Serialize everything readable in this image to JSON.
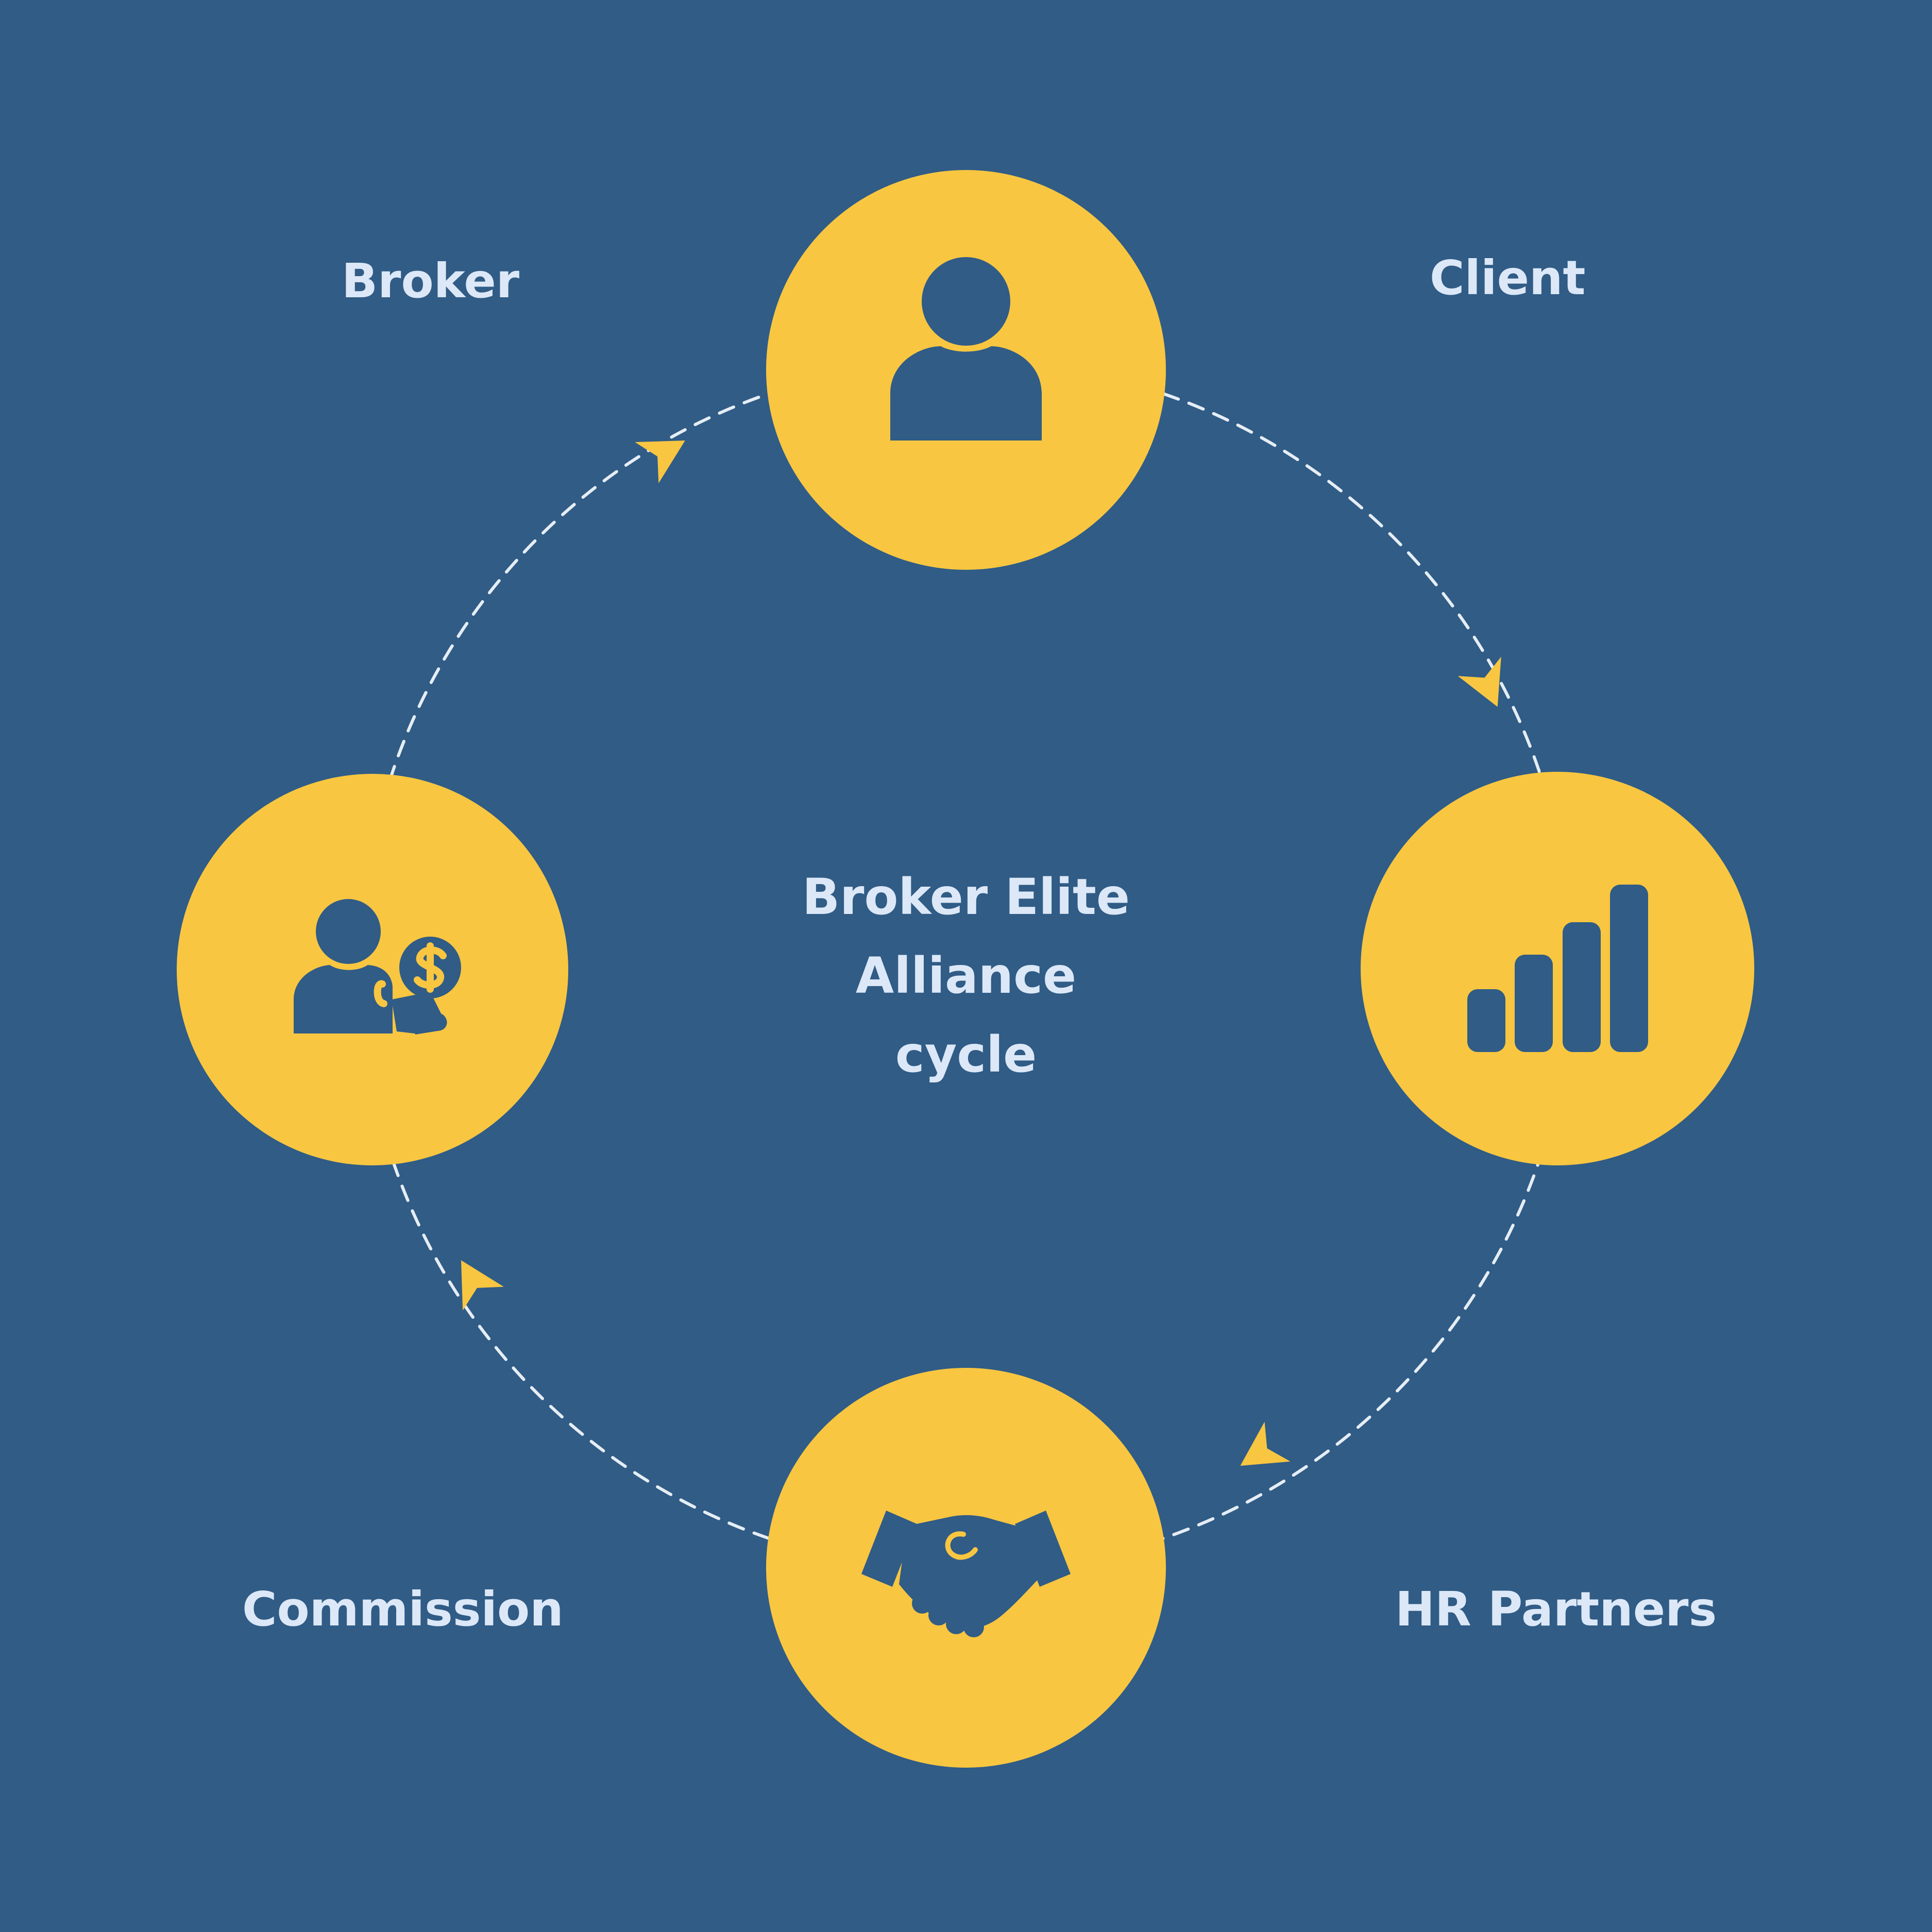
{
  "diagram": {
    "title_lines": [
      "Broker Elite",
      "Alliance",
      "cycle"
    ],
    "nodes": [
      {
        "id": "client",
        "label": "Client",
        "icon": "person-icon"
      },
      {
        "id": "hr-partners",
        "label": "HR Partners",
        "icon": "bar-chart-icon"
      },
      {
        "id": "commission",
        "label": "Commission",
        "icon": "handshake-icon"
      },
      {
        "id": "broker",
        "label": "Broker",
        "icon": "person-money-icon"
      }
    ],
    "flow": "clockwise",
    "colors": {
      "background": "#305c86",
      "node_fill": "#f8c641",
      "icon_fill": "#305c86",
      "text": "#dce8f7",
      "connector": "#e6edf5",
      "arrow": "#f8c641"
    }
  }
}
